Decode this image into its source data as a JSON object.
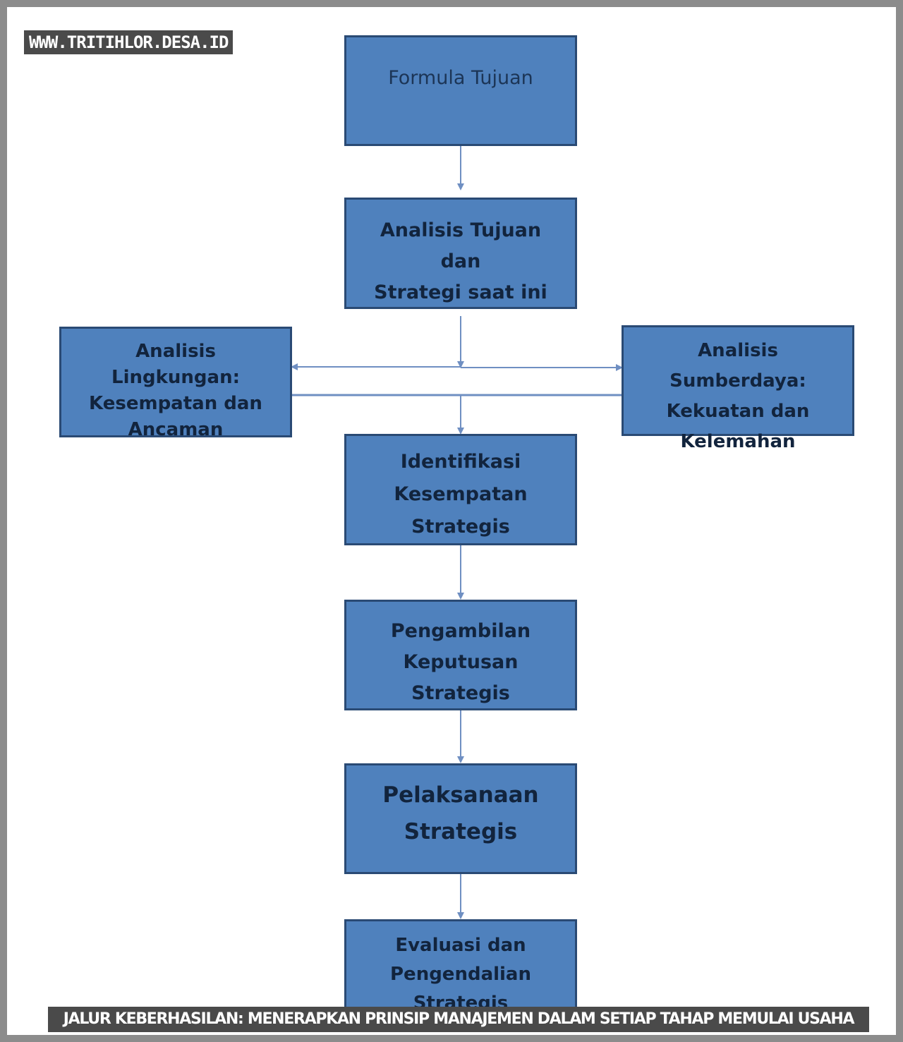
{
  "watermark": "WWW.TRITIHLOR.DESA.ID",
  "caption": "JALUR KEBERHASILAN: MENERAPKAN PRINSIP MANAJEMEN DALAM SETIAP TAHAP MEMULAI USAHA",
  "nodes": {
    "formula_tujuan": "Formula Tujuan",
    "analisis_tujuan": "Analisis Tujuan dan\nStrategi saat ini",
    "analisis_lingkungan": "Analisis Lingkungan:\nKesempatan dan\nAncaman",
    "analisis_sumberdaya": "Analisis Sumberdaya:\nKekuatan dan\nKelemahan",
    "identifikasi": "Identifikasi\nKesempatan\nStrategis",
    "pengambilan": "Pengambilan\nKeputusan Strategis",
    "pelaksanaan": "Pelaksanaan\nStrategis",
    "evaluasi": "Evaluasi dan\nPengendalian\nStrategis"
  },
  "colors": {
    "box_fill": "#4f81bd",
    "box_border": "#2a4a74",
    "connector": "#6f8fc2",
    "frame": "#8c8c8c",
    "label_background": "#4a4a4a"
  }
}
